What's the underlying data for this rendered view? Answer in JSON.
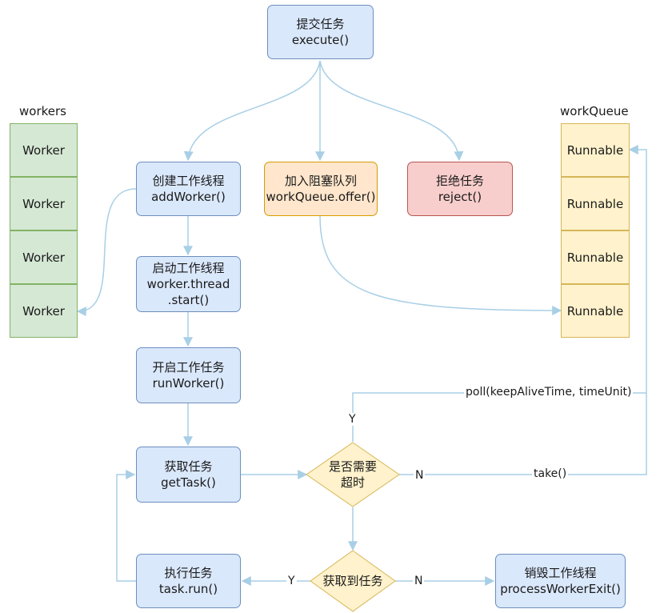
{
  "workers": {
    "header": "workers",
    "items": [
      "Worker",
      "Worker",
      "Worker",
      "Worker"
    ]
  },
  "work_queue": {
    "header": "workQueue",
    "items": [
      "Runnable",
      "Runnable",
      "Runnable",
      "Runnable"
    ]
  },
  "nodes": {
    "submit": [
      "提交任务",
      "execute()"
    ],
    "add_worker": [
      "创建工作线程",
      "addWorker()"
    ],
    "enqueue": [
      "加入阻塞队列",
      "workQueue.offer()"
    ],
    "reject": [
      "拒绝任务",
      "reject()"
    ],
    "start_thread": [
      "启动工作线程",
      "worker.thread",
      ".start()"
    ],
    "run_worker": [
      "开启工作任务",
      "runWorker()"
    ],
    "get_task": [
      "获取任务",
      "getTask()"
    ],
    "run_task": [
      "执行任务",
      "task.run()"
    ],
    "exit_worker": [
      "销毁工作线程",
      "processWorkerExit()"
    ]
  },
  "decisions": {
    "timeout": [
      "是否需要",
      "超时"
    ],
    "got_task": [
      "获取到任务"
    ]
  },
  "edge_labels": {
    "poll": "poll(keepAliveTime, timeUnit)",
    "take": "take()",
    "yes_timeout": "Y",
    "no_timeout": "N",
    "yes_got": "Y",
    "no_got": "N"
  },
  "colors": {
    "blue_fill": "#dae8fc",
    "orange_fill": "#ffe6cc",
    "red_fill": "#f8cecc",
    "green_fill": "#d5e8d4",
    "yellow_fill": "#fff2cc",
    "edge": "#a8cfe6"
  }
}
